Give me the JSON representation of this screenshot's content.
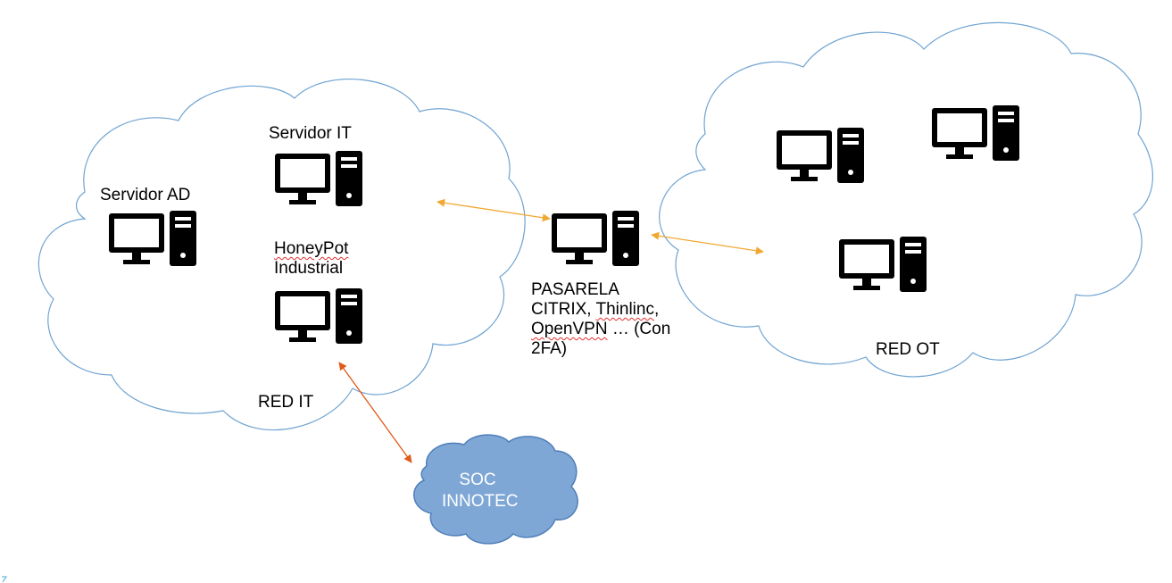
{
  "diagram": {
    "networks": {
      "it": {
        "label": "RED IT"
      },
      "ot": {
        "label": "RED OT"
      },
      "soc": {
        "line1": "SOC",
        "line2": "INNOTEC"
      }
    },
    "nodes": {
      "servidor_it": "Servidor IT",
      "servidor_ad": "Servidor AD",
      "honeypot_line1": "HoneyPot",
      "honeypot_line2": "Industrial",
      "pasarela_line1": "PASARELA",
      "pasarela_line2a": "CITRIX, ",
      "pasarela_line2b": "Thinlinc",
      "pasarela_line2c": ",",
      "pasarela_line3a": "OpenVPN",
      "pasarela_line3b": " … (Con",
      "pasarela_line4": "2FA)"
    },
    "colors": {
      "cloud_stroke": "#6fa3d1",
      "soc_fill": "#7ea7d6",
      "soc_stroke": "#4f7fb8",
      "link_orange": "#f0a830",
      "link_red": "#e05a1a",
      "icon": "#000000"
    },
    "icons": [
      "desktop-computer-icon"
    ]
  }
}
